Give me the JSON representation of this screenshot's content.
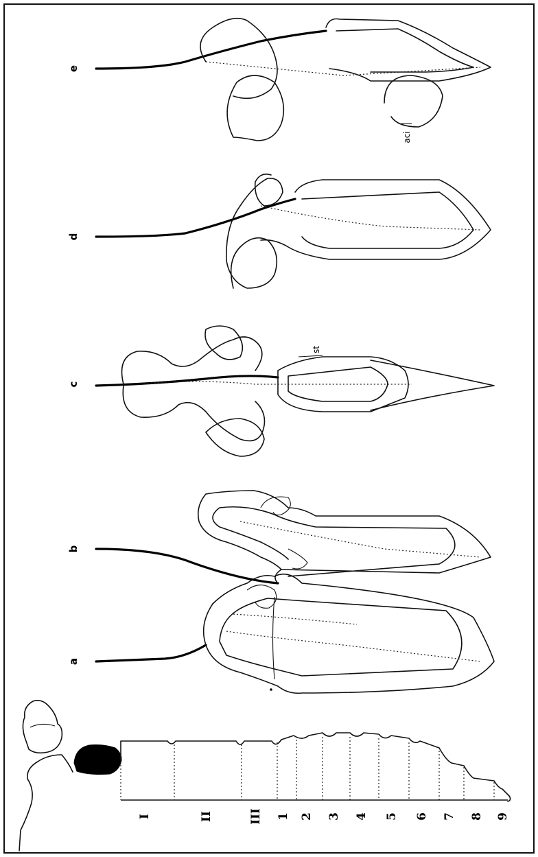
{
  "panels": [
    {
      "id": "a",
      "label": "a"
    },
    {
      "id": "b",
      "label": "b"
    },
    {
      "id": "c",
      "label": "c"
    },
    {
      "id": "d",
      "label": "d"
    },
    {
      "id": "e",
      "label": "e"
    }
  ],
  "annotations": {
    "st": "st",
    "aci": "aci"
  },
  "segments": {
    "thoracic": [
      "I",
      "II",
      "III"
    ],
    "abdominal": [
      "1",
      "2",
      "3",
      "4",
      "5",
      "6",
      "7",
      "8",
      "9"
    ]
  }
}
